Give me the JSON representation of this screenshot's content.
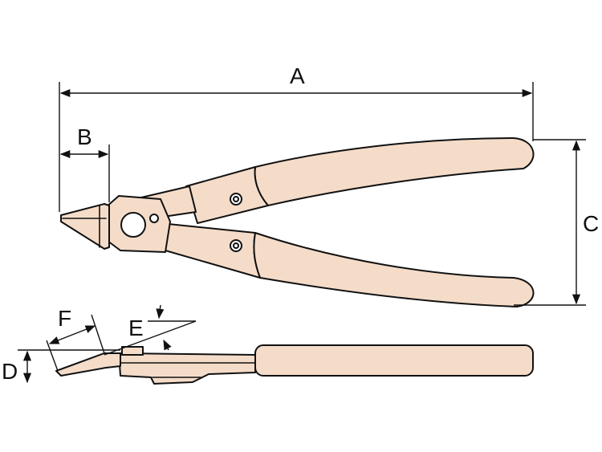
{
  "dimension_labels": {
    "a": "A",
    "b": "B",
    "c": "C",
    "d": "D",
    "e": "E",
    "f": "F"
  },
  "colors": {
    "handle_fill": "#f4dcc9",
    "line": "#111111",
    "background": "#ffffff"
  }
}
